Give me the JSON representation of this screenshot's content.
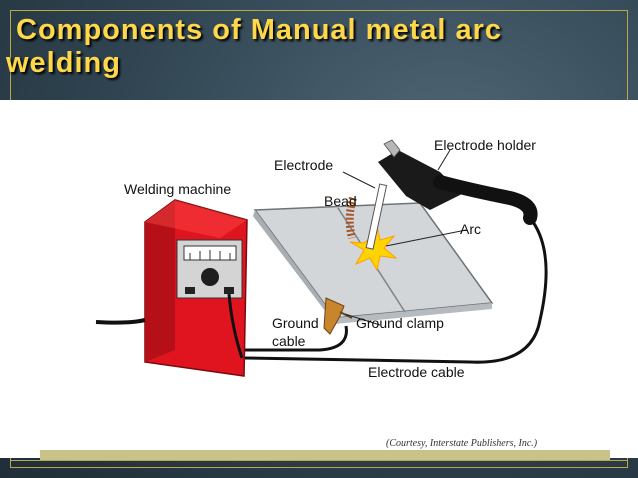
{
  "slide": {
    "title_line1": "Components of Manual metal arc",
    "title_line2": "welding"
  },
  "diagram": {
    "labels": {
      "welding_machine": "Welding machine",
      "electrode": "Electrode",
      "bead": "Bead",
      "electrode_holder": "Electrode holder",
      "arc": "Arc",
      "ground_cable_1": "Ground",
      "ground_cable_2": "cable",
      "ground_clamp": "Ground clamp",
      "electrode_cable": "Electrode cable"
    },
    "credit": "(Courtesy, Interstate Publishers, Inc.)"
  },
  "colors": {
    "title": "#ffd84a",
    "machine_red": "#e0141e",
    "plate": "#cfd3d6",
    "spark": "#ffd400"
  }
}
